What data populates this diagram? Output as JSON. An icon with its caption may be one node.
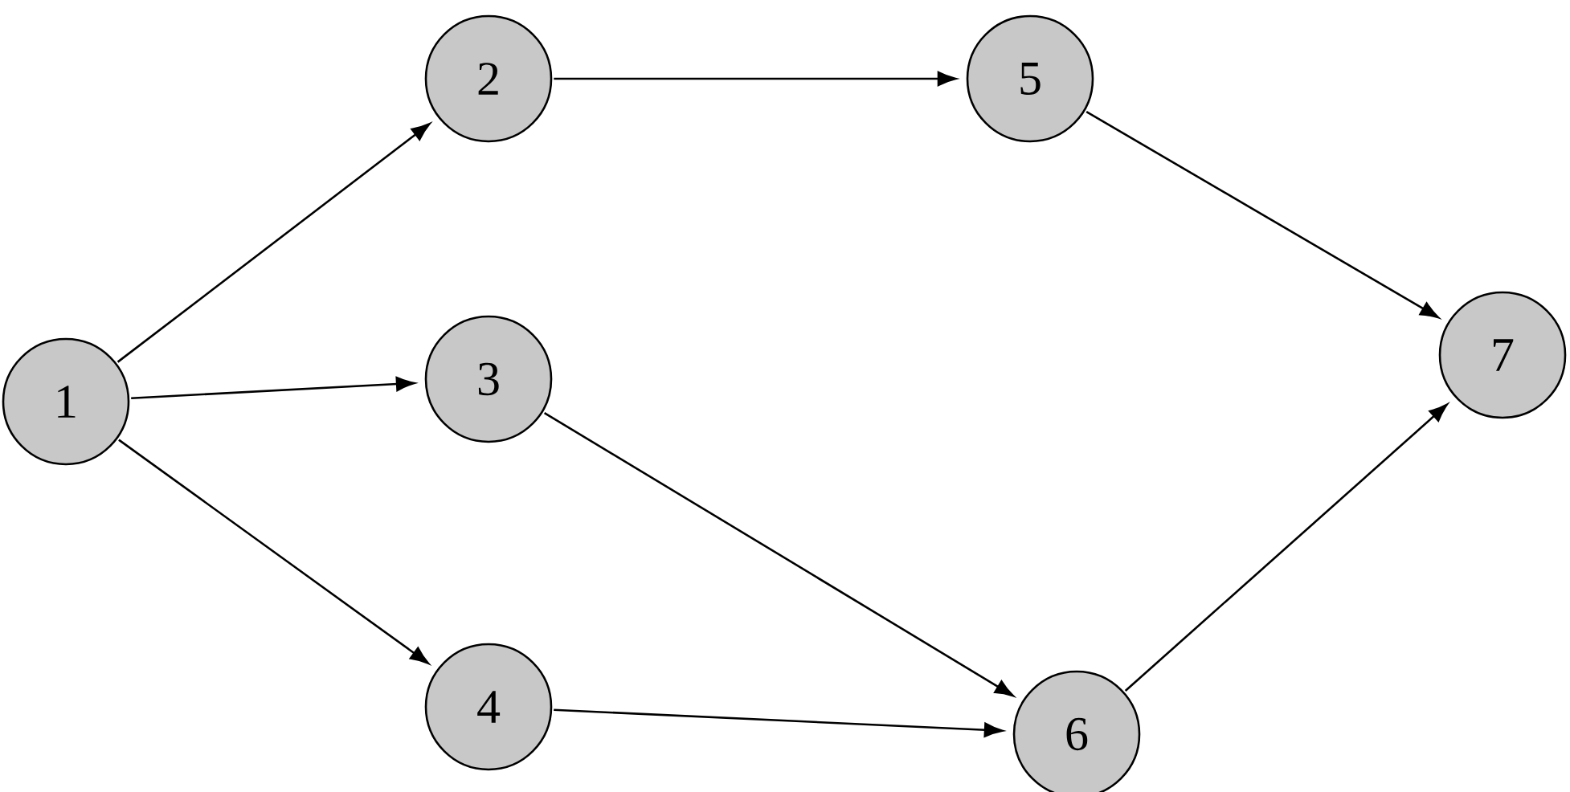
{
  "diagram": {
    "nodes": [
      {
        "text": [
          "1"
        ]
      },
      {
        "text": [
          "2"
        ]
      },
      {
        "text": [
          "3"
        ]
      },
      {
        "text": [
          "4"
        ]
      },
      {
        "text": [
          "5"
        ]
      },
      {
        "text": [
          "6"
        ]
      },
      {
        "text": [
          "7"
        ]
      }
    ],
    "edges": [
      {
        "from": 0,
        "to": 1,
        "arrow": "to"
      },
      {
        "from": 0,
        "to": 2,
        "arrow": "to"
      },
      {
        "from": 0,
        "to": 3,
        "arrow": "to"
      },
      {
        "from": 1,
        "to": 4,
        "arrow": "to"
      },
      {
        "from": 2,
        "to": 5,
        "arrow": "to"
      },
      {
        "from": 3,
        "to": 5,
        "arrow": "to"
      },
      {
        "from": 4,
        "to": 6,
        "arrow": "to"
      },
      {
        "from": 5,
        "to": 6,
        "arrow": "to"
      }
    ]
  }
}
